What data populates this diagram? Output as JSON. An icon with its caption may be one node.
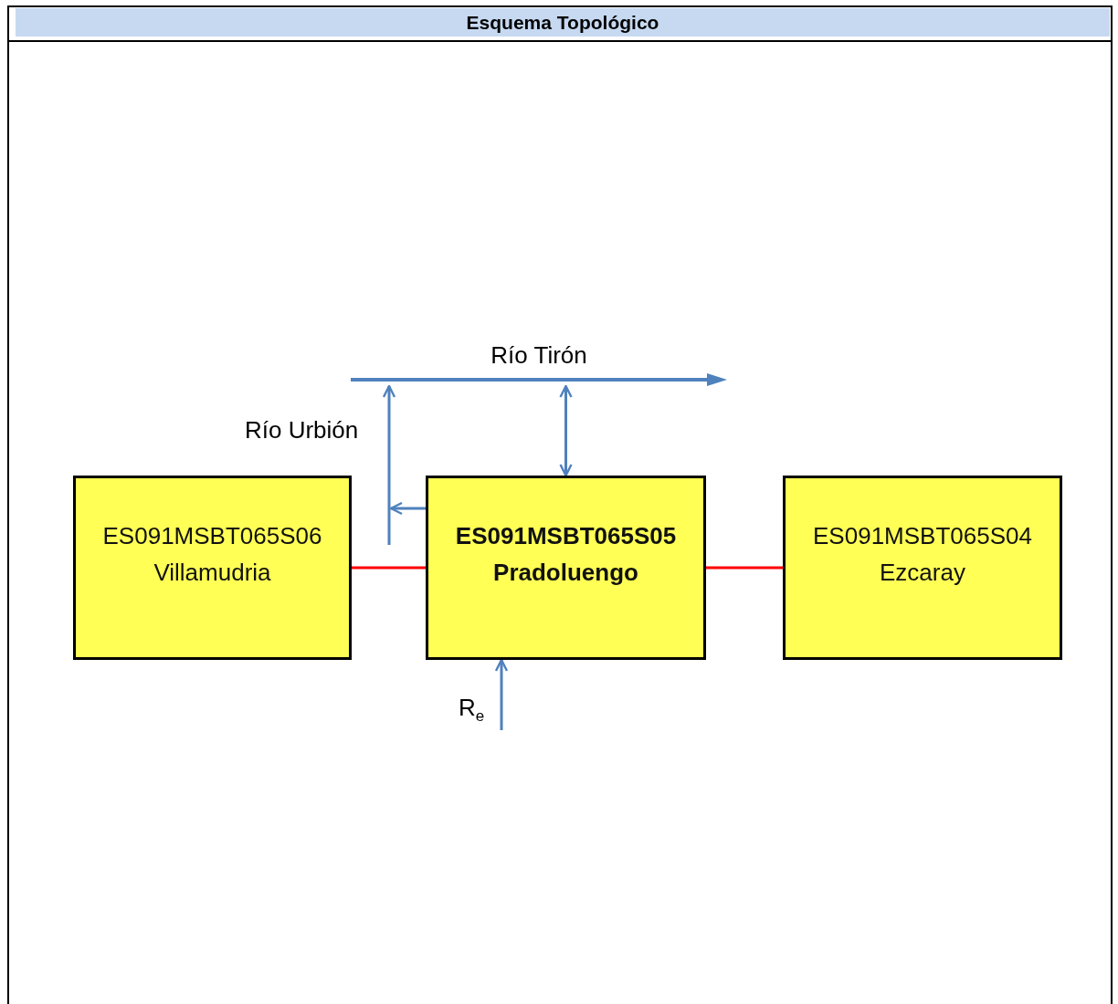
{
  "diagram": {
    "title": "Esquema Topológico",
    "nodes": [
      {
        "text": [
          "ES091MSBT065S06",
          "Villamudria"
        ]
      },
      {
        "text": [
          "ES091MSBT065S05",
          "Pradoluengo"
        ]
      },
      {
        "text": [
          "ES091MSBT065S04",
          "Ezcaray"
        ]
      },
      {
        "text": [
          "Río Tirón"
        ]
      }
    ],
    "edges": [
      {
        "from": null,
        "to": 3,
        "arrow": "to",
        "label": "Río Urbión",
        "color": "#4f81bd"
      },
      {
        "from": 1,
        "to": 3,
        "arrow": "both",
        "color": "#4f81bd"
      },
      {
        "from": 1,
        "to": null,
        "arrow": "to",
        "color": "#4f81bd"
      },
      {
        "from": 0,
        "to": 1,
        "arrow": "none",
        "color": "#ff0000"
      },
      {
        "from": 1,
        "to": 2,
        "arrow": "none",
        "color": "#ff0000"
      },
      {
        "from": null,
        "to": 1,
        "arrow": "to",
        "label": "R$_{e}$",
        "color": "#4f81bd"
      }
    ]
  }
}
